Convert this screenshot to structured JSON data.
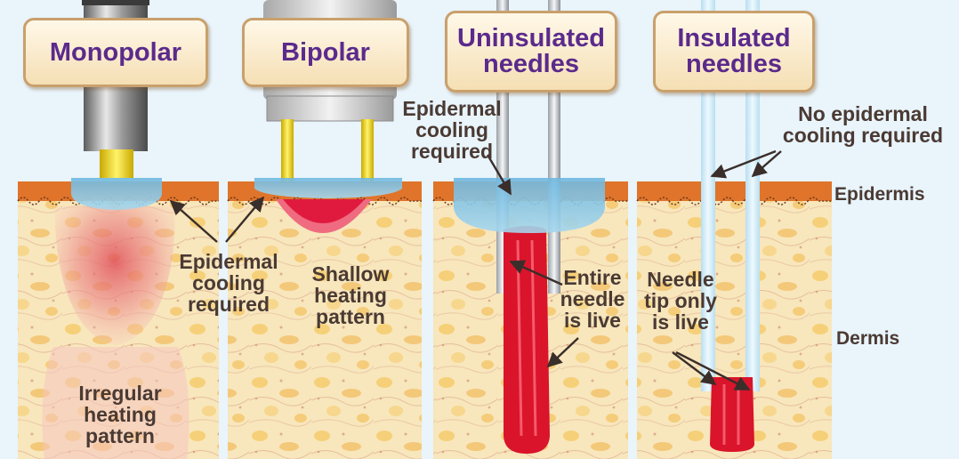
{
  "titles": {
    "monopolar": "Monopolar",
    "bipolar": "Bipolar",
    "uninsulated_1": "Uninsulated",
    "uninsulated_2": "needles",
    "insulated_1": "Insulated",
    "insulated_2": "needles"
  },
  "labels": {
    "epidermal_cooling_top": [
      "Epidermal",
      "cooling",
      "required"
    ],
    "no_epidermal_cooling": [
      "No epidermal",
      "cooling required"
    ],
    "epidermis": "Epidermis",
    "dermis": "Dermis",
    "epidermal_cooling_mid": [
      "Epidermal",
      "cooling",
      "required"
    ],
    "shallow_heating": [
      "Shallow",
      "heating",
      "pattern"
    ],
    "entire_needle": [
      "Entire",
      "needle",
      "is live"
    ],
    "needle_tip": [
      "Needle",
      "tip only",
      "is live"
    ],
    "irregular_heating": [
      "Irregular",
      "heating",
      "pattern"
    ]
  },
  "colors": {
    "title_text": "#5b2a8c",
    "label_text": "#4a3a33",
    "cooling_blue": "#7fc3e2",
    "heat_red": "#d9142b",
    "tissue": "#f7e3b6",
    "epidermis": "#e0742a",
    "background": "#e9f4fb"
  }
}
